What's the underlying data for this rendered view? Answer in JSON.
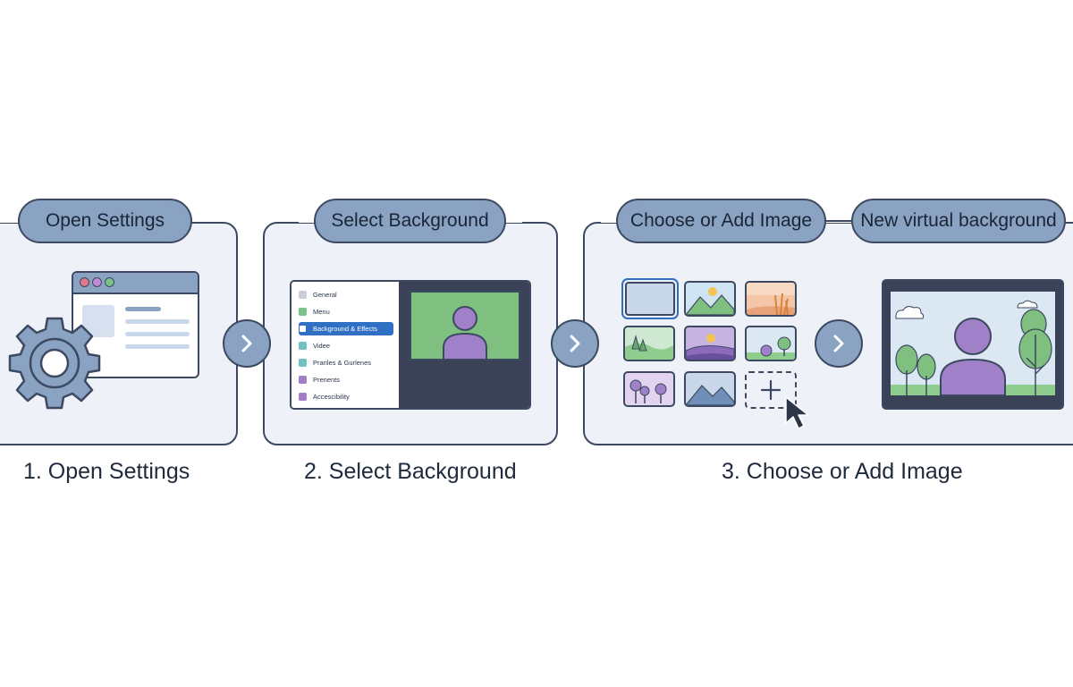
{
  "steps": [
    {
      "pill": "Open Settings",
      "label": "1. Open Settings"
    },
    {
      "pill": "Select Background",
      "label": "2. Select Background"
    },
    {
      "pill": "Choose or Add Image",
      "label": "3. Choose or Add Image"
    },
    {
      "pill": "New virtual background"
    }
  ],
  "settings_menu": [
    {
      "label": "General",
      "icon": "gear-icon",
      "color": "#c9ced8"
    },
    {
      "label": "Menu",
      "icon": "menu-icon",
      "color": "#7cc08a"
    },
    {
      "label": "Background & Effects",
      "icon": "image-icon",
      "color": "#ffffff",
      "active": true
    },
    {
      "label": "Videe",
      "icon": "video-icon",
      "color": "#6ec3c1"
    },
    {
      "label": "Prariles & Gurlenes",
      "icon": "profile-icon",
      "color": "#6ec3c1"
    },
    {
      "label": "Prenents",
      "icon": "presentation-icon",
      "color": "#a47cc9"
    },
    {
      "label": "Accescibility",
      "icon": "accessibility-icon",
      "color": "#a47cc9"
    }
  ],
  "icons": {
    "arrow": "chevron-right-icon",
    "settings": "gear-icon",
    "add": "plus-icon",
    "cursor": "cursor-icon"
  },
  "colors": {
    "pill": "#8aa3c3",
    "outline": "#3c4960",
    "panel": "#eef2f8",
    "accent": "#2f6fc4",
    "person": "#a081c9",
    "green_screen": "#7fbf7f"
  }
}
